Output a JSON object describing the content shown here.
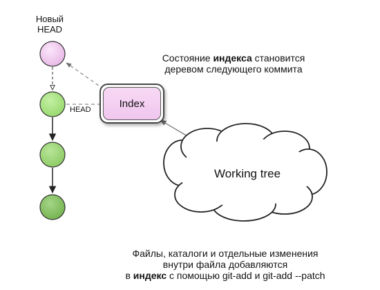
{
  "labels": {
    "new_head": [
      "Новый",
      "HEAD"
    ],
    "head": "HEAD",
    "index": "Index",
    "working_tree": "Working tree"
  },
  "index_caption": {
    "line1": [
      {
        "text": "Состояние ",
        "bold": false
      },
      {
        "text": "индекса",
        "bold": true
      },
      {
        "text": " становится",
        "bold": false
      }
    ],
    "line2": [
      {
        "text": "деревом следующего коммита",
        "bold": false
      }
    ]
  },
  "working_caption": {
    "line1": [
      {
        "text": "Файлы, каталоги и отдельные изменения",
        "bold": false
      }
    ],
    "line2": [
      {
        "text": "внутри файла добавляются",
        "bold": false
      }
    ],
    "line3": [
      {
        "text": "в ",
        "bold": false
      },
      {
        "text": "индекс",
        "bold": true
      },
      {
        "text": " с помощью git-add и git-add --patch",
        "bold": false
      }
    ]
  },
  "colors": {
    "new_head_commit": "#ebbfe9",
    "index_fill": "#f3cdf0",
    "commit_light": "#a6e37f",
    "commit_mid": "#98d26d",
    "commit_dark": "#80c05a",
    "stroke": "#333333",
    "connector": "#6f6f6f"
  }
}
